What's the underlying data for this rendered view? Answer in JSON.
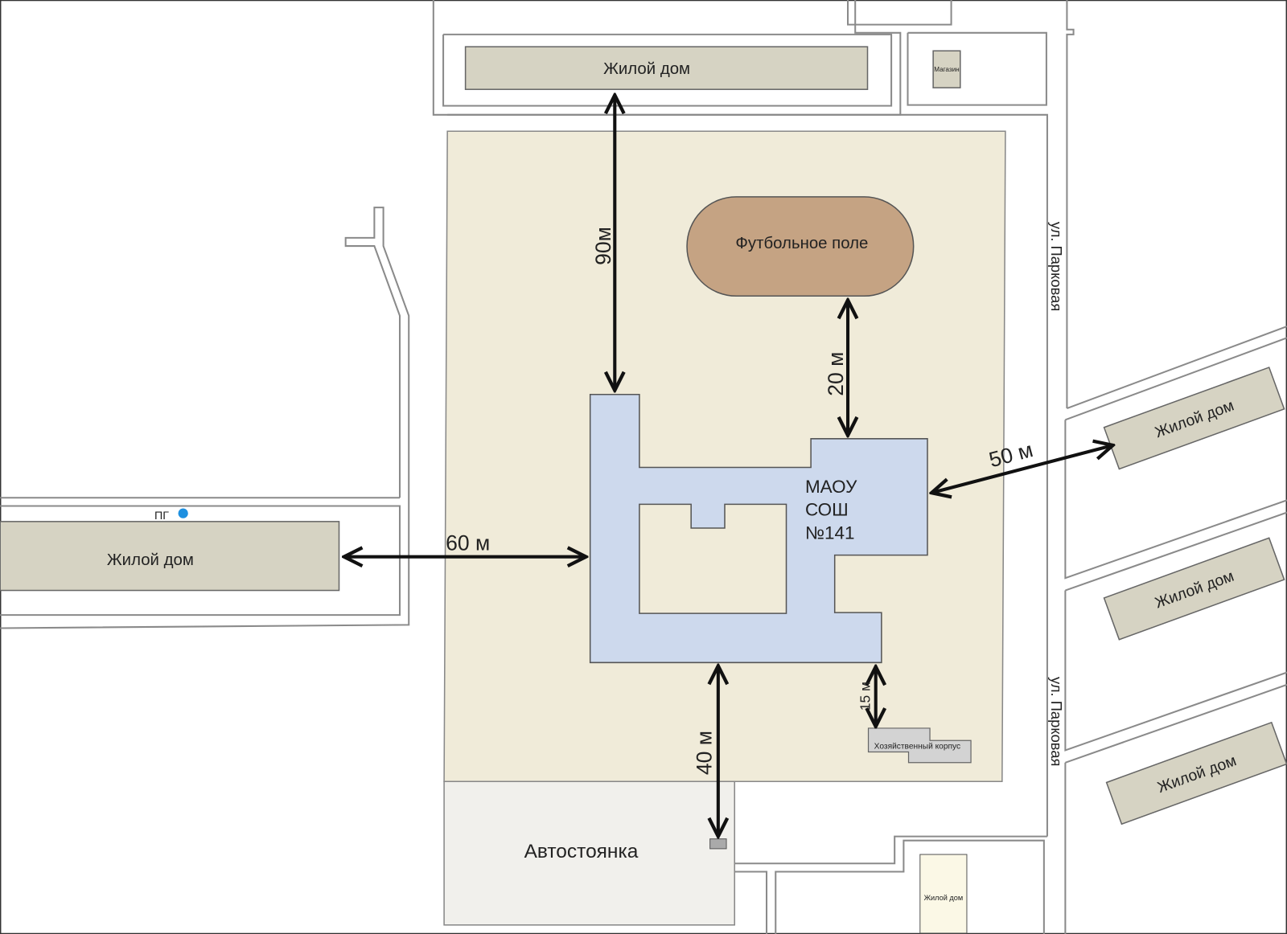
{
  "map": {
    "buildings": {
      "house_top": "Жилой дом",
      "shop": "Магазин",
      "house_left": "Жилой дом",
      "house_right_1": "Жилой дом",
      "house_right_2": "Жилой дом",
      "house_right_3": "Жилой дом",
      "house_bottom": "Жилой дом",
      "football_field": "Футбольное поле",
      "school_line1": "МАОУ",
      "school_line2": "СОШ",
      "school_line3": "№141",
      "utility_building": "Хозяйственный корпус",
      "parking": "Автостоянка"
    },
    "streets": {
      "street_upper": "ул. Парковая",
      "street_lower": "ул. Парковая"
    },
    "hydrant_label": "ПГ",
    "distances": {
      "to_top_house": "90м",
      "to_field": "20 м",
      "to_left_house": "60 м",
      "to_right_house": "50 м",
      "to_parking": "40 м",
      "to_utility": "15 м"
    },
    "colors": {
      "school_ground": "#f0ebd9",
      "school_building": "#cdd9ed",
      "football_field": "#c5a383",
      "house": "#d6d3c3",
      "hydrant": "#1e90e0"
    }
  }
}
